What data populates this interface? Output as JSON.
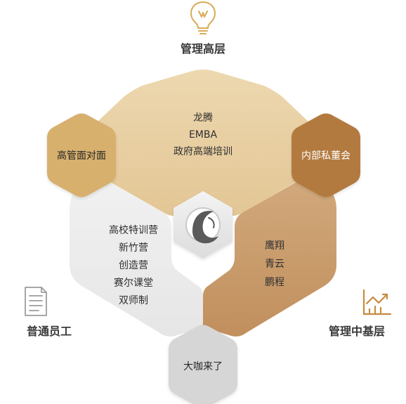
{
  "headings": {
    "top": "管理高层",
    "left": "普通员工",
    "right": "管理中基层"
  },
  "sections": {
    "top": [
      "龙腾",
      "EMBA",
      "政府高端培训"
    ],
    "left": [
      "高校特训营",
      "新竹营",
      "创造营",
      "赛尔课堂",
      "双师制"
    ],
    "right": [
      "鹰翔",
      "青云",
      "鹏程"
    ]
  },
  "hexes": {
    "left": "高管面对面",
    "right": "内部私董会",
    "bottom": "大咖来了"
  },
  "colors": {
    "top_section": "#e8ceA0",
    "left_section": "#ececec",
    "right_section": "#c6996b",
    "hex_left": "#d7b06d",
    "hex_right": "#b37a41",
    "hex_bottom": "#d6d6d6",
    "center_hex": "#e3e3e3"
  },
  "icons": {
    "top": "lightbulb-icon",
    "left": "document-icon",
    "right": "growth-chart-icon",
    "center": "leaf-logo-icon"
  }
}
